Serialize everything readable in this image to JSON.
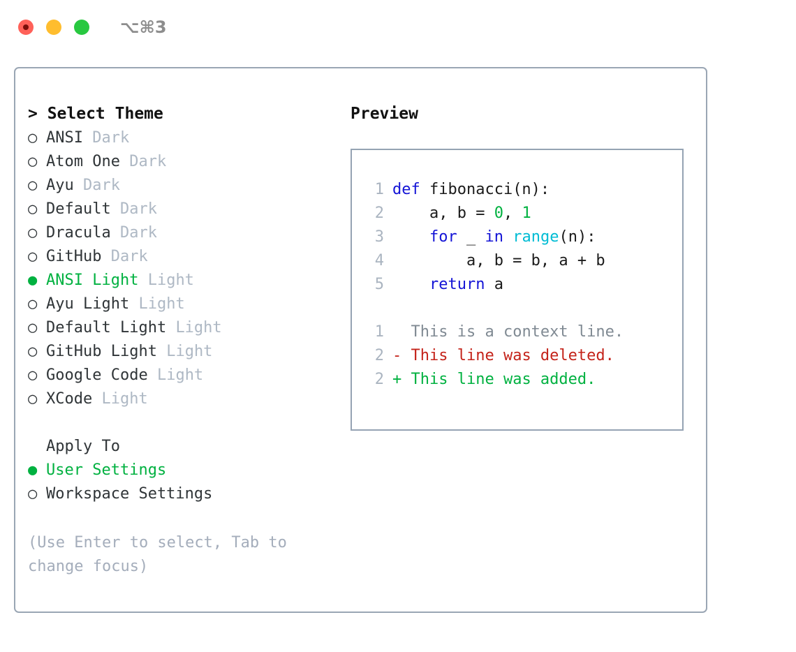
{
  "titlebar": {
    "shortcut": "⌥⌘3",
    "buttons": [
      {
        "name": "close",
        "color": "#ff6159"
      },
      {
        "name": "minimize",
        "color": "#ffbd2e"
      },
      {
        "name": "maximize",
        "color": "#28c840"
      }
    ]
  },
  "theme_picker": {
    "header": "> Select Theme",
    "items": [
      {
        "bullet": "○",
        "name": "ANSI",
        "tag": "Dark",
        "selected": false
      },
      {
        "bullet": "○",
        "name": "Atom One",
        "tag": "Dark",
        "selected": false
      },
      {
        "bullet": "○",
        "name": "Ayu",
        "tag": "Dark",
        "selected": false
      },
      {
        "bullet": "○",
        "name": "Default",
        "tag": "Dark",
        "selected": false
      },
      {
        "bullet": "○",
        "name": "Dracula",
        "tag": "Dark",
        "selected": false
      },
      {
        "bullet": "○",
        "name": "GitHub",
        "tag": "Dark",
        "selected": false
      },
      {
        "bullet": "●",
        "name": "ANSI Light",
        "tag": "Light",
        "selected": true
      },
      {
        "bullet": "○",
        "name": "Ayu Light",
        "tag": "Light",
        "selected": false
      },
      {
        "bullet": "○",
        "name": "Default Light",
        "tag": "Light",
        "selected": false
      },
      {
        "bullet": "○",
        "name": "GitHub Light",
        "tag": "Light",
        "selected": false
      },
      {
        "bullet": "○",
        "name": "Google Code",
        "tag": "Light",
        "selected": false
      },
      {
        "bullet": "○",
        "name": "XCode",
        "tag": "Light",
        "selected": false
      }
    ]
  },
  "apply_to": {
    "title": "Apply To",
    "options": [
      {
        "bullet": "●",
        "label": "User Settings",
        "selected": true
      },
      {
        "bullet": "○",
        "label": "Workspace Settings",
        "selected": false
      }
    ]
  },
  "hint": "(Use Enter to select, Tab to change focus)",
  "preview": {
    "title": "Preview",
    "code_lines": [
      {
        "num": "1",
        "parts": [
          {
            "t": "def ",
            "c": "kw"
          },
          {
            "t": "fibonacci(n):",
            "c": "txt"
          }
        ]
      },
      {
        "num": "2",
        "parts": [
          {
            "t": "    a, b = ",
            "c": "txt"
          },
          {
            "t": "0",
            "c": "num"
          },
          {
            "t": ", ",
            "c": "txt"
          },
          {
            "t": "1",
            "c": "num"
          }
        ]
      },
      {
        "num": "3",
        "parts": [
          {
            "t": "    ",
            "c": "txt"
          },
          {
            "t": "for",
            "c": "kw"
          },
          {
            "t": " _ ",
            "c": "txt"
          },
          {
            "t": "in",
            "c": "kw"
          },
          {
            "t": " ",
            "c": "txt"
          },
          {
            "t": "range",
            "c": "fn"
          },
          {
            "t": "(n):",
            "c": "txt"
          }
        ]
      },
      {
        "num": "4",
        "parts": [
          {
            "t": "        a, b = b, a + b",
            "c": "txt"
          }
        ]
      },
      {
        "num": "5",
        "parts": [
          {
            "t": "    ",
            "c": "txt"
          },
          {
            "t": "return",
            "c": "kw"
          },
          {
            "t": " a",
            "c": "txt"
          }
        ]
      }
    ],
    "diff_lines": [
      {
        "num": "1",
        "marker": "  ",
        "text": "This is a context line.",
        "kind": "ctx"
      },
      {
        "num": "2",
        "marker": "- ",
        "text": "This line was deleted.",
        "kind": "del"
      },
      {
        "num": "2",
        "marker": "+ ",
        "text": "This line was added.",
        "kind": "add"
      }
    ]
  },
  "colors": {
    "accent_green": "#00b140",
    "keyword_blue": "#1414d6",
    "function_cyan": "#00bcd4",
    "diff_red": "#c4231a",
    "border_gray": "#9aa6b4",
    "muted_text": "#aeb8c4"
  }
}
